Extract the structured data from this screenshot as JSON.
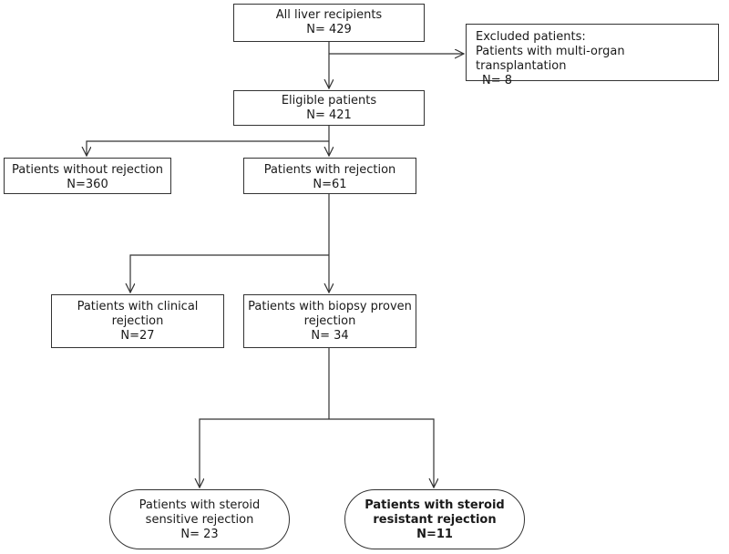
{
  "nodes": {
    "all_recipients": {
      "label": "All liver recipients",
      "count": "N=  429"
    },
    "excluded": {
      "label": "Excluded patients:",
      "detail": "Patients with multi-organ transplantation",
      "count": "N= 8"
    },
    "eligible": {
      "label": "Eligible patients",
      "count": "N= 421"
    },
    "without_rejection": {
      "label": "Patients without rejection",
      "count": "N=360"
    },
    "with_rejection": {
      "label": "Patients with rejection",
      "count": "N=61"
    },
    "clinical_rejection": {
      "line1": "Patients with clinical",
      "line2": "rejection",
      "count": "N=27"
    },
    "biopsy_rejection": {
      "line1": "Patients with biopsy  proven",
      "line2": "rejection",
      "count": "N= 34"
    },
    "steroid_sensitive": {
      "line1": "Patients with steroid",
      "line2": "sensitive rejection",
      "count": "N= 23"
    },
    "steroid_resistant": {
      "line1": "Patients with steroid",
      "line2": "resistant rejection",
      "count": "N=11"
    }
  },
  "colors": {
    "line": "#333333",
    "border": "#333333",
    "text": "#1a1a1a",
    "background": "#ffffff"
  }
}
